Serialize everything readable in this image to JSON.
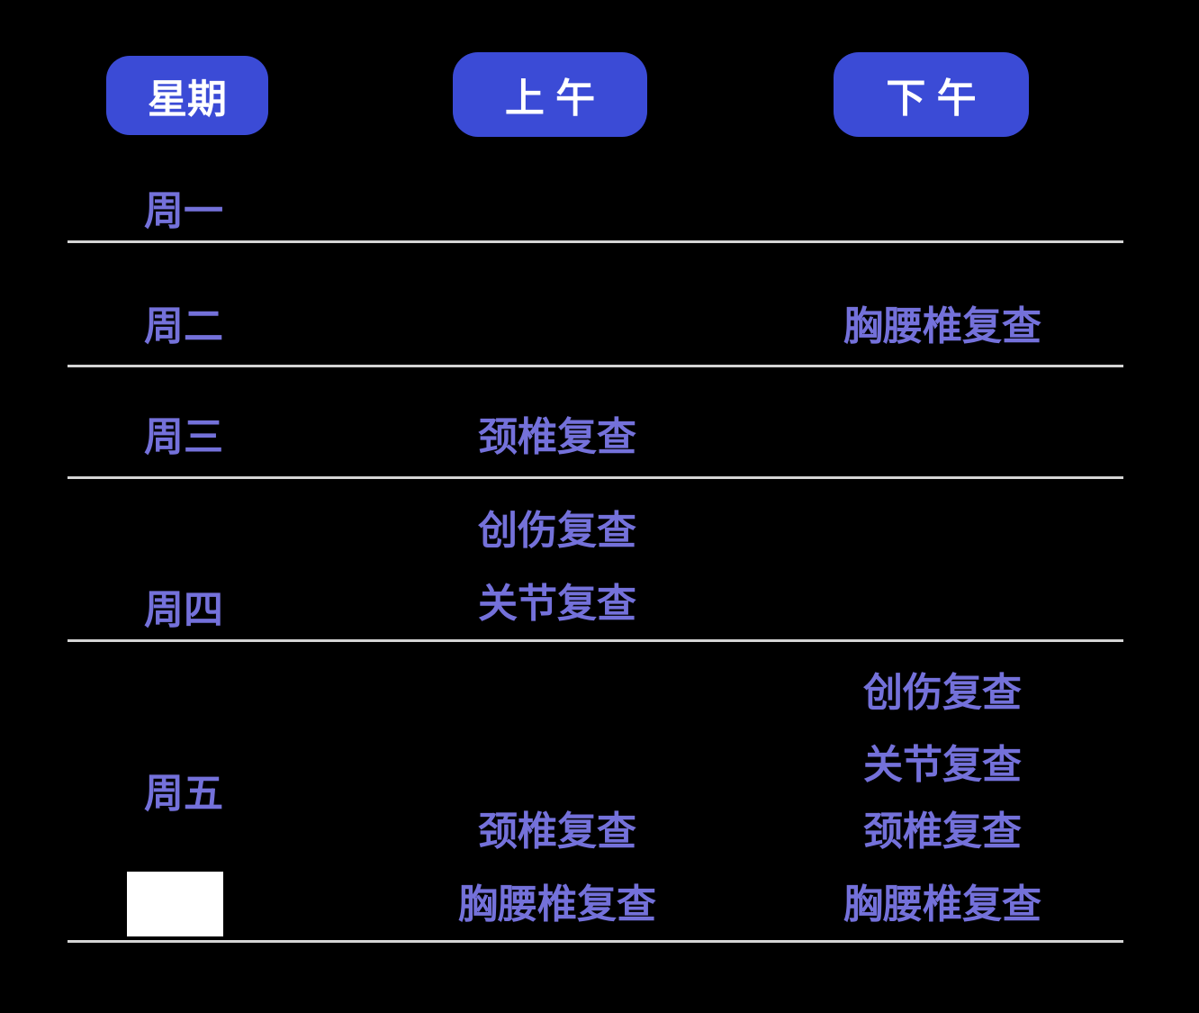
{
  "colors": {
    "background": "#000000",
    "header_bg": "#3b4bd6",
    "header_text": "#ffffff",
    "cell_text": "#7471da",
    "divider": "#d4d4d4",
    "mask": "#ffffff"
  },
  "table": {
    "columns": [
      {
        "label": "星期"
      },
      {
        "label": "上 午"
      },
      {
        "label": "下 午"
      }
    ],
    "rows": [
      {
        "day": "周一",
        "morning": [],
        "afternoon": []
      },
      {
        "day": "周二",
        "morning": [],
        "afternoon": [
          "胸腰椎复查"
        ]
      },
      {
        "day": "周三",
        "morning": [
          "颈椎复查"
        ],
        "afternoon": []
      },
      {
        "day": "周四",
        "morning": [
          "创伤复查",
          "关节复查"
        ],
        "afternoon": []
      },
      {
        "day": "周五",
        "morning": [
          "颈椎复查",
          "胸腰椎复查"
        ],
        "afternoon": [
          "创伤复查",
          "关节复查",
          "颈椎复查",
          "胸腰椎复查"
        ]
      }
    ]
  },
  "chart_data": {
    "type": "table",
    "columns": [
      "星期",
      "上 午",
      "下 午"
    ],
    "rows": [
      [
        "周一",
        "",
        ""
      ],
      [
        "周二",
        "",
        "胸腰椎复查"
      ],
      [
        "周三",
        "颈椎复查",
        ""
      ],
      [
        "周四",
        "创伤复查；关节复查",
        ""
      ],
      [
        "周五",
        "颈椎复查；胸腰椎复查",
        "创伤复查；关节复查；颈椎复查；胸腰椎复查"
      ]
    ],
    "legend_position": "none",
    "grid": "horizontal-dividers"
  }
}
